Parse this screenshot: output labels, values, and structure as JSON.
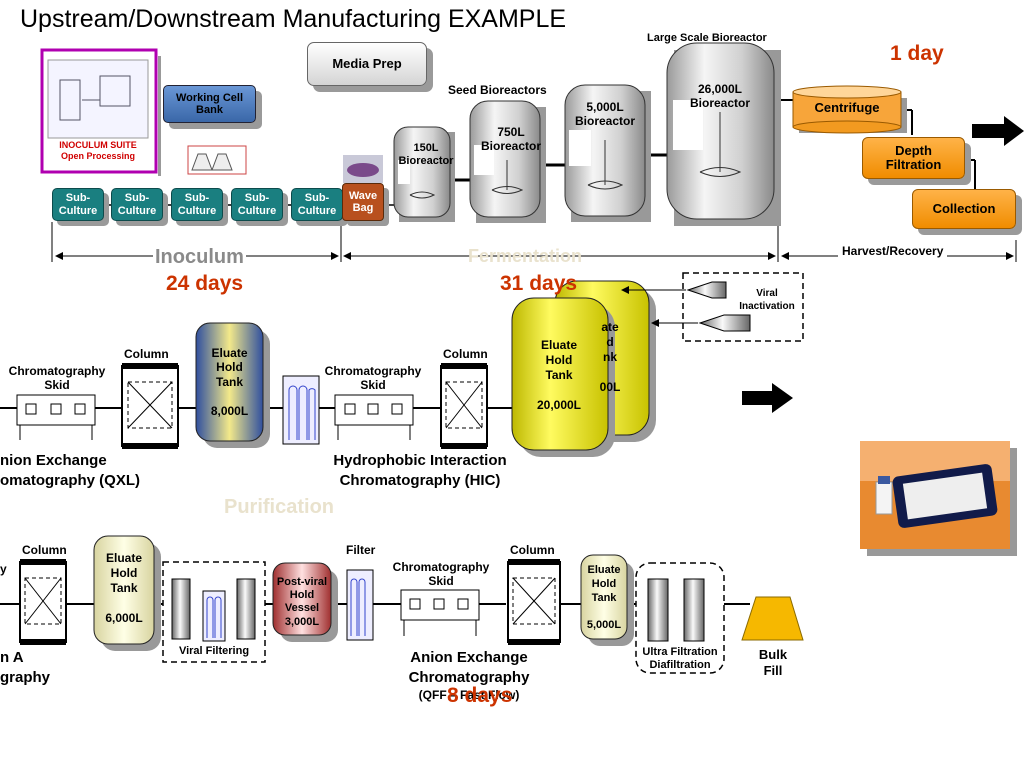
{
  "title": "Upstream/Downstream Manufacturing EXAMPLE",
  "colors": {
    "teal": "#1a7f80",
    "orange": "#f08c00",
    "red_text": "#cc3300",
    "yellow": "#f2ea00",
    "steel": "#b8b8b8",
    "blue_box": "#4f7fbf",
    "purple_border": "#b000b0"
  },
  "upstream": {
    "media_prep": "Media Prep",
    "working_cell_bank": [
      "Working Cell",
      "Bank"
    ],
    "inoculum_suite": [
      "INOCULUM SUITE",
      "Open Processing"
    ],
    "sub_culture_label": [
      "Sub-",
      "Culture"
    ],
    "sub_culture_count": 5,
    "wave_bag": [
      "Wave",
      "Bag"
    ],
    "seed_bioreactors_label": "Seed Bioreactors",
    "large_scale_label": "Large Scale Bioreactor",
    "bioreactors": [
      {
        "lines": [
          "150L",
          "Bioreactor"
        ]
      },
      {
        "lines": [
          "750L",
          "Bioreactor"
        ]
      },
      {
        "lines": [
          "5,000L",
          "Bioreactor"
        ]
      },
      {
        "lines": [
          "26,000L",
          "Bioreactor"
        ]
      }
    ],
    "centrifuge": "Centrifuge",
    "depth_filtration": [
      "Depth",
      "Filtration"
    ],
    "collection": "Collection",
    "one_day": "1 day",
    "phase_inoculum": "Inoculum",
    "phase_inoculum_days": "24 days",
    "phase_fermentation": "Fermentation",
    "phase_fermentation_days": "31 days",
    "phase_harvest": "Harvest/Recovery"
  },
  "purification_row1": {
    "left_skid_label": [
      "Chromatography",
      "Skid"
    ],
    "left_method": [
      "nion Exchange",
      "omatography (QXL)"
    ],
    "column_label": "Column",
    "eluate_tank": [
      "Eluate",
      "Hold",
      "Tank",
      "",
      "8,000L"
    ],
    "hic_skid_label": [
      "Chromatography",
      "Skid"
    ],
    "hic_method": [
      "Hydrophobic Interaction",
      "Chromatography (HIC)"
    ],
    "column2_label": "Column",
    "eluate_tank_big": [
      "Eluate",
      "Hold",
      "Tank",
      "",
      "20,000L"
    ],
    "eluate_tank_behind": [
      "ate",
      "d",
      "nk",
      "",
      "00L"
    ],
    "viral_inactivation": [
      "Viral",
      "Inactivation"
    ],
    "purification_faint": "Purification"
  },
  "purification_row2": {
    "left_clip": "y",
    "column_label": "Column",
    "eluate_tank": [
      "Eluate",
      "Hold",
      "Tank",
      "",
      "6,000L"
    ],
    "viral_filtering": "Viral Filtering",
    "post_viral": [
      "Post-viral",
      "Hold",
      "Vessel",
      "3,000L"
    ],
    "filter_label": "Filter",
    "skid_label": [
      "Chromatography",
      "Skid"
    ],
    "column2_label": "Column",
    "eluate_tank2": [
      "Eluate",
      "Hold",
      "Tank",
      "",
      "5,000L"
    ],
    "ultra_filtration": [
      "Ultra Filtration",
      "Diafiltration"
    ],
    "bulk_fill": [
      "Bulk",
      "Fill"
    ],
    "left_method": [
      "n A",
      "graphy"
    ],
    "anion_method": [
      "Anion Exchange",
      "Chromatography"
    ],
    "anion_sub": "(QFF – Fast Flow)",
    "eight_days": "8 days"
  }
}
